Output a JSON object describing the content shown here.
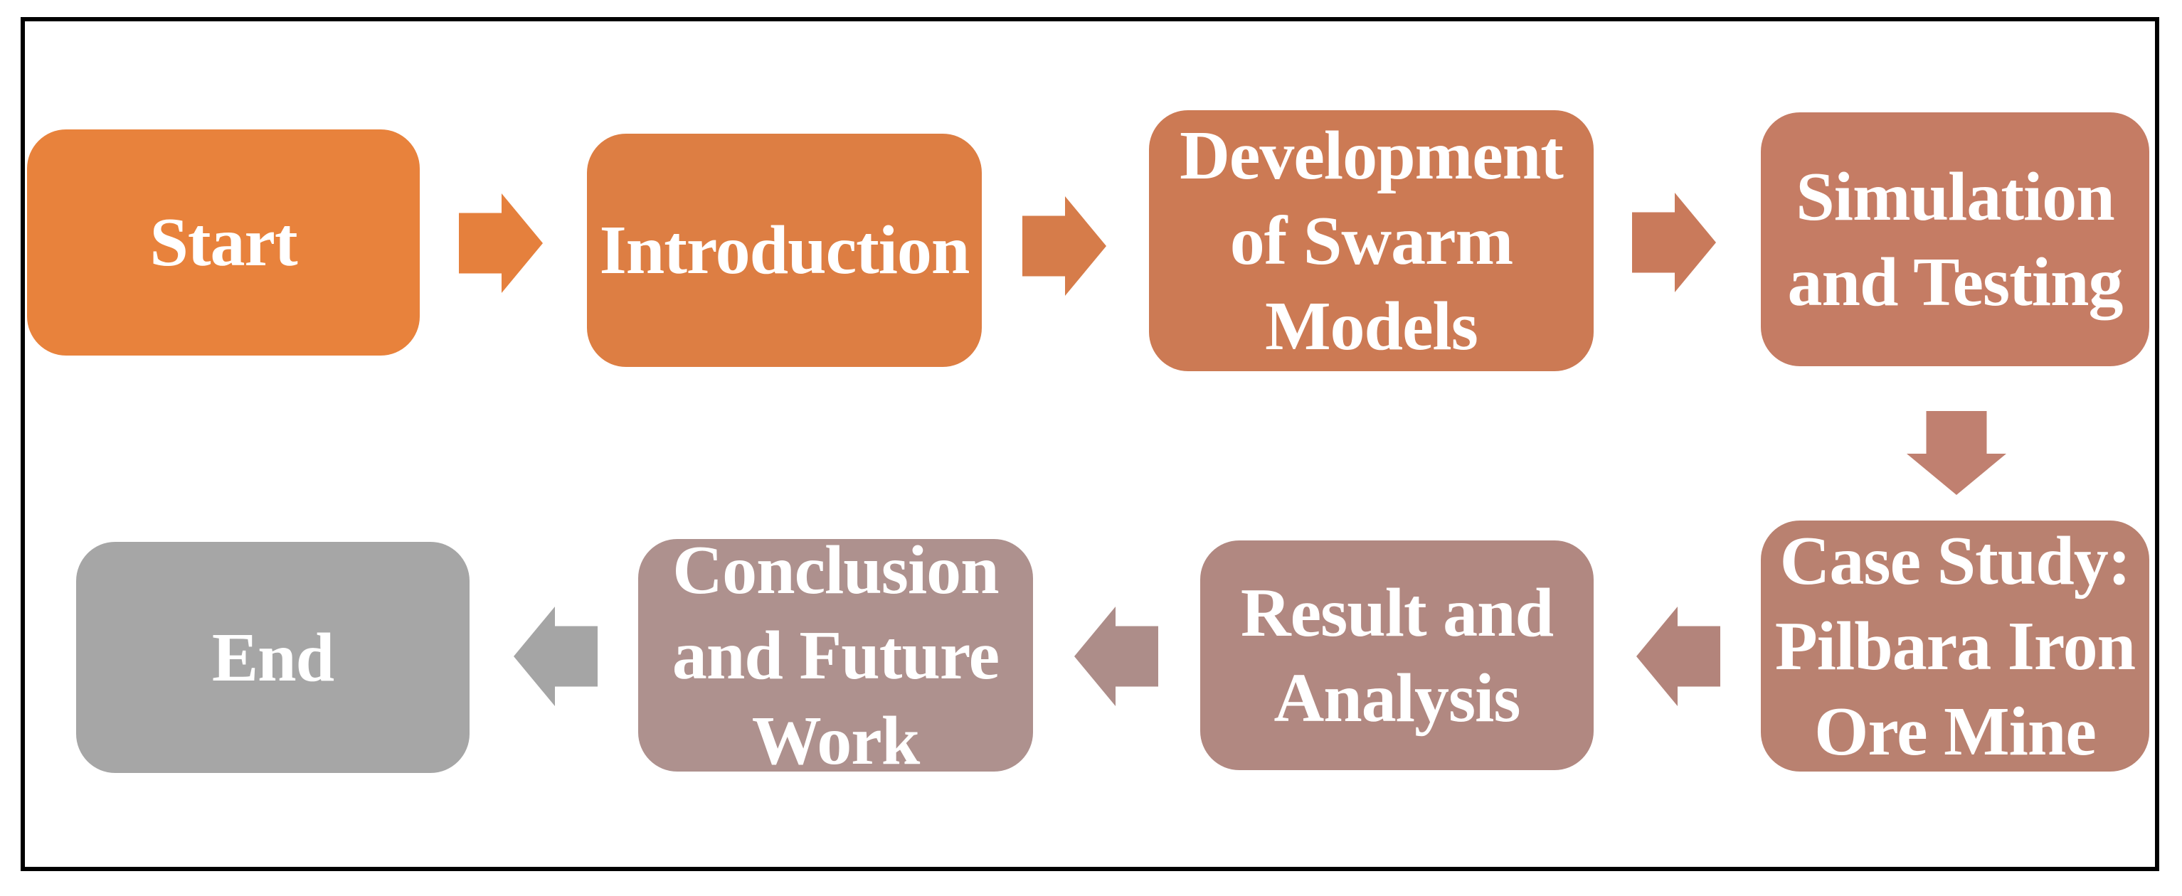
{
  "diagram": {
    "type": "flowchart",
    "background_color": "#FFFFFF",
    "frame_border_color": "#000000",
    "text_color": "#FFFFFF",
    "nodes": [
      {
        "id": "start",
        "label": "Start",
        "color": "#E8823C"
      },
      {
        "id": "introduction",
        "label": "Introduction",
        "color": "#DD7E43"
      },
      {
        "id": "development",
        "label": "Development\nof Swarm\nModels",
        "color": "#CC7A54"
      },
      {
        "id": "simulation",
        "label": "Simulation\nand Testing",
        "color": "#C57C64"
      },
      {
        "id": "case-study",
        "label": "Case Study:\nPilbara Iron\nOre Mine",
        "color": "#B98170"
      },
      {
        "id": "result",
        "label": "Result and\nAnalysis",
        "color": "#B18881"
      },
      {
        "id": "conclusion",
        "label": "Conclusion\nand Future\nWork",
        "color": "#AE918E"
      },
      {
        "id": "end",
        "label": "End",
        "color": "#A6A6A6"
      }
    ],
    "arrows": [
      {
        "from": "start",
        "to": "introduction",
        "direction": "right",
        "color": "#E5803D"
      },
      {
        "from": "introduction",
        "to": "development",
        "direction": "right",
        "color": "#D67C4A"
      },
      {
        "from": "development",
        "to": "simulation",
        "direction": "right",
        "color": "#C97A5B"
      },
      {
        "from": "simulation",
        "to": "case-study",
        "direction": "down",
        "color": "#C08070"
      },
      {
        "from": "case-study",
        "to": "result",
        "direction": "left",
        "color": "#B3847B"
      },
      {
        "from": "result",
        "to": "conclusion",
        "direction": "left",
        "color": "#AD8D89"
      },
      {
        "from": "conclusion",
        "to": "end",
        "direction": "left",
        "color": "#A5A5A5"
      }
    ]
  }
}
